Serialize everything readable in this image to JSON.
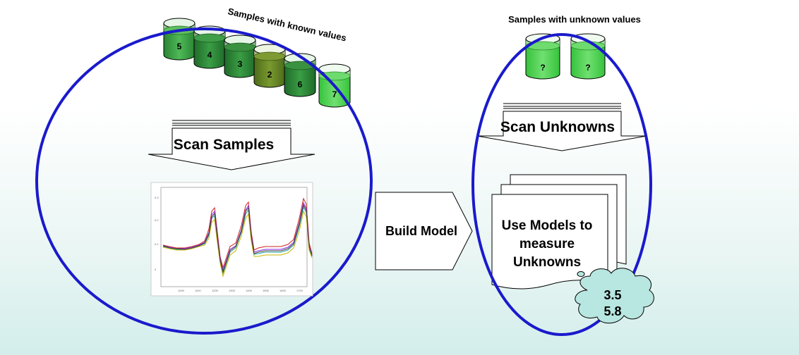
{
  "left_panel": {
    "caption": "Samples with known values",
    "jars": [
      "5",
      "4",
      "3",
      "2",
      "6",
      "7"
    ],
    "scan_label": "Scan Samples"
  },
  "right_panel": {
    "caption": "Samples with unknown values",
    "jars": [
      "?",
      "?"
    ],
    "scan_label": "Scan Unknowns",
    "model_text": [
      "Use Models to",
      "measure",
      "Unknowns"
    ],
    "results": [
      "3.5",
      "5.8"
    ]
  },
  "build_model_label": "Build Model",
  "colors": {
    "circle": "#1a1acc",
    "jar_green_1": "#2e8b3a",
    "jar_green_2": "#4cbb4c",
    "jar_olive": "#6b8e23",
    "cloud_fill": "#b8e6e0"
  }
}
